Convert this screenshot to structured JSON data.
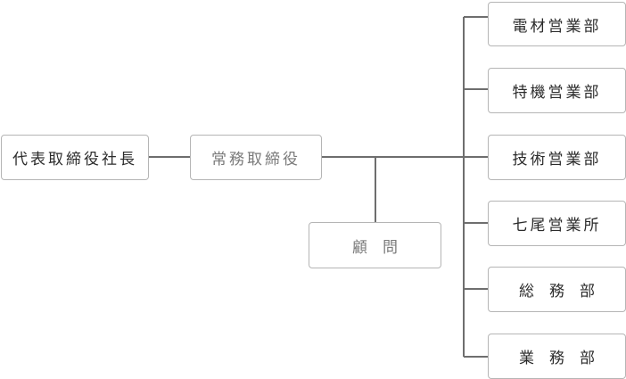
{
  "org_chart": {
    "president": {
      "label": "代表取締役社長"
    },
    "managing_director": {
      "label": "常務取締役"
    },
    "advisor": {
      "label": "顧　問"
    },
    "departments": [
      {
        "label": "電材営業部"
      },
      {
        "label": "特機営業部"
      },
      {
        "label": "技術営業部"
      },
      {
        "label": "七尾営業所"
      },
      {
        "label": "総　務　部"
      },
      {
        "label": "業　務　部"
      }
    ]
  },
  "colors": {
    "line": "#6e6e6e",
    "box_border": "#b5b5b5",
    "text_dark": "#2b2b2b",
    "text_gray": "#7a7a7a"
  }
}
